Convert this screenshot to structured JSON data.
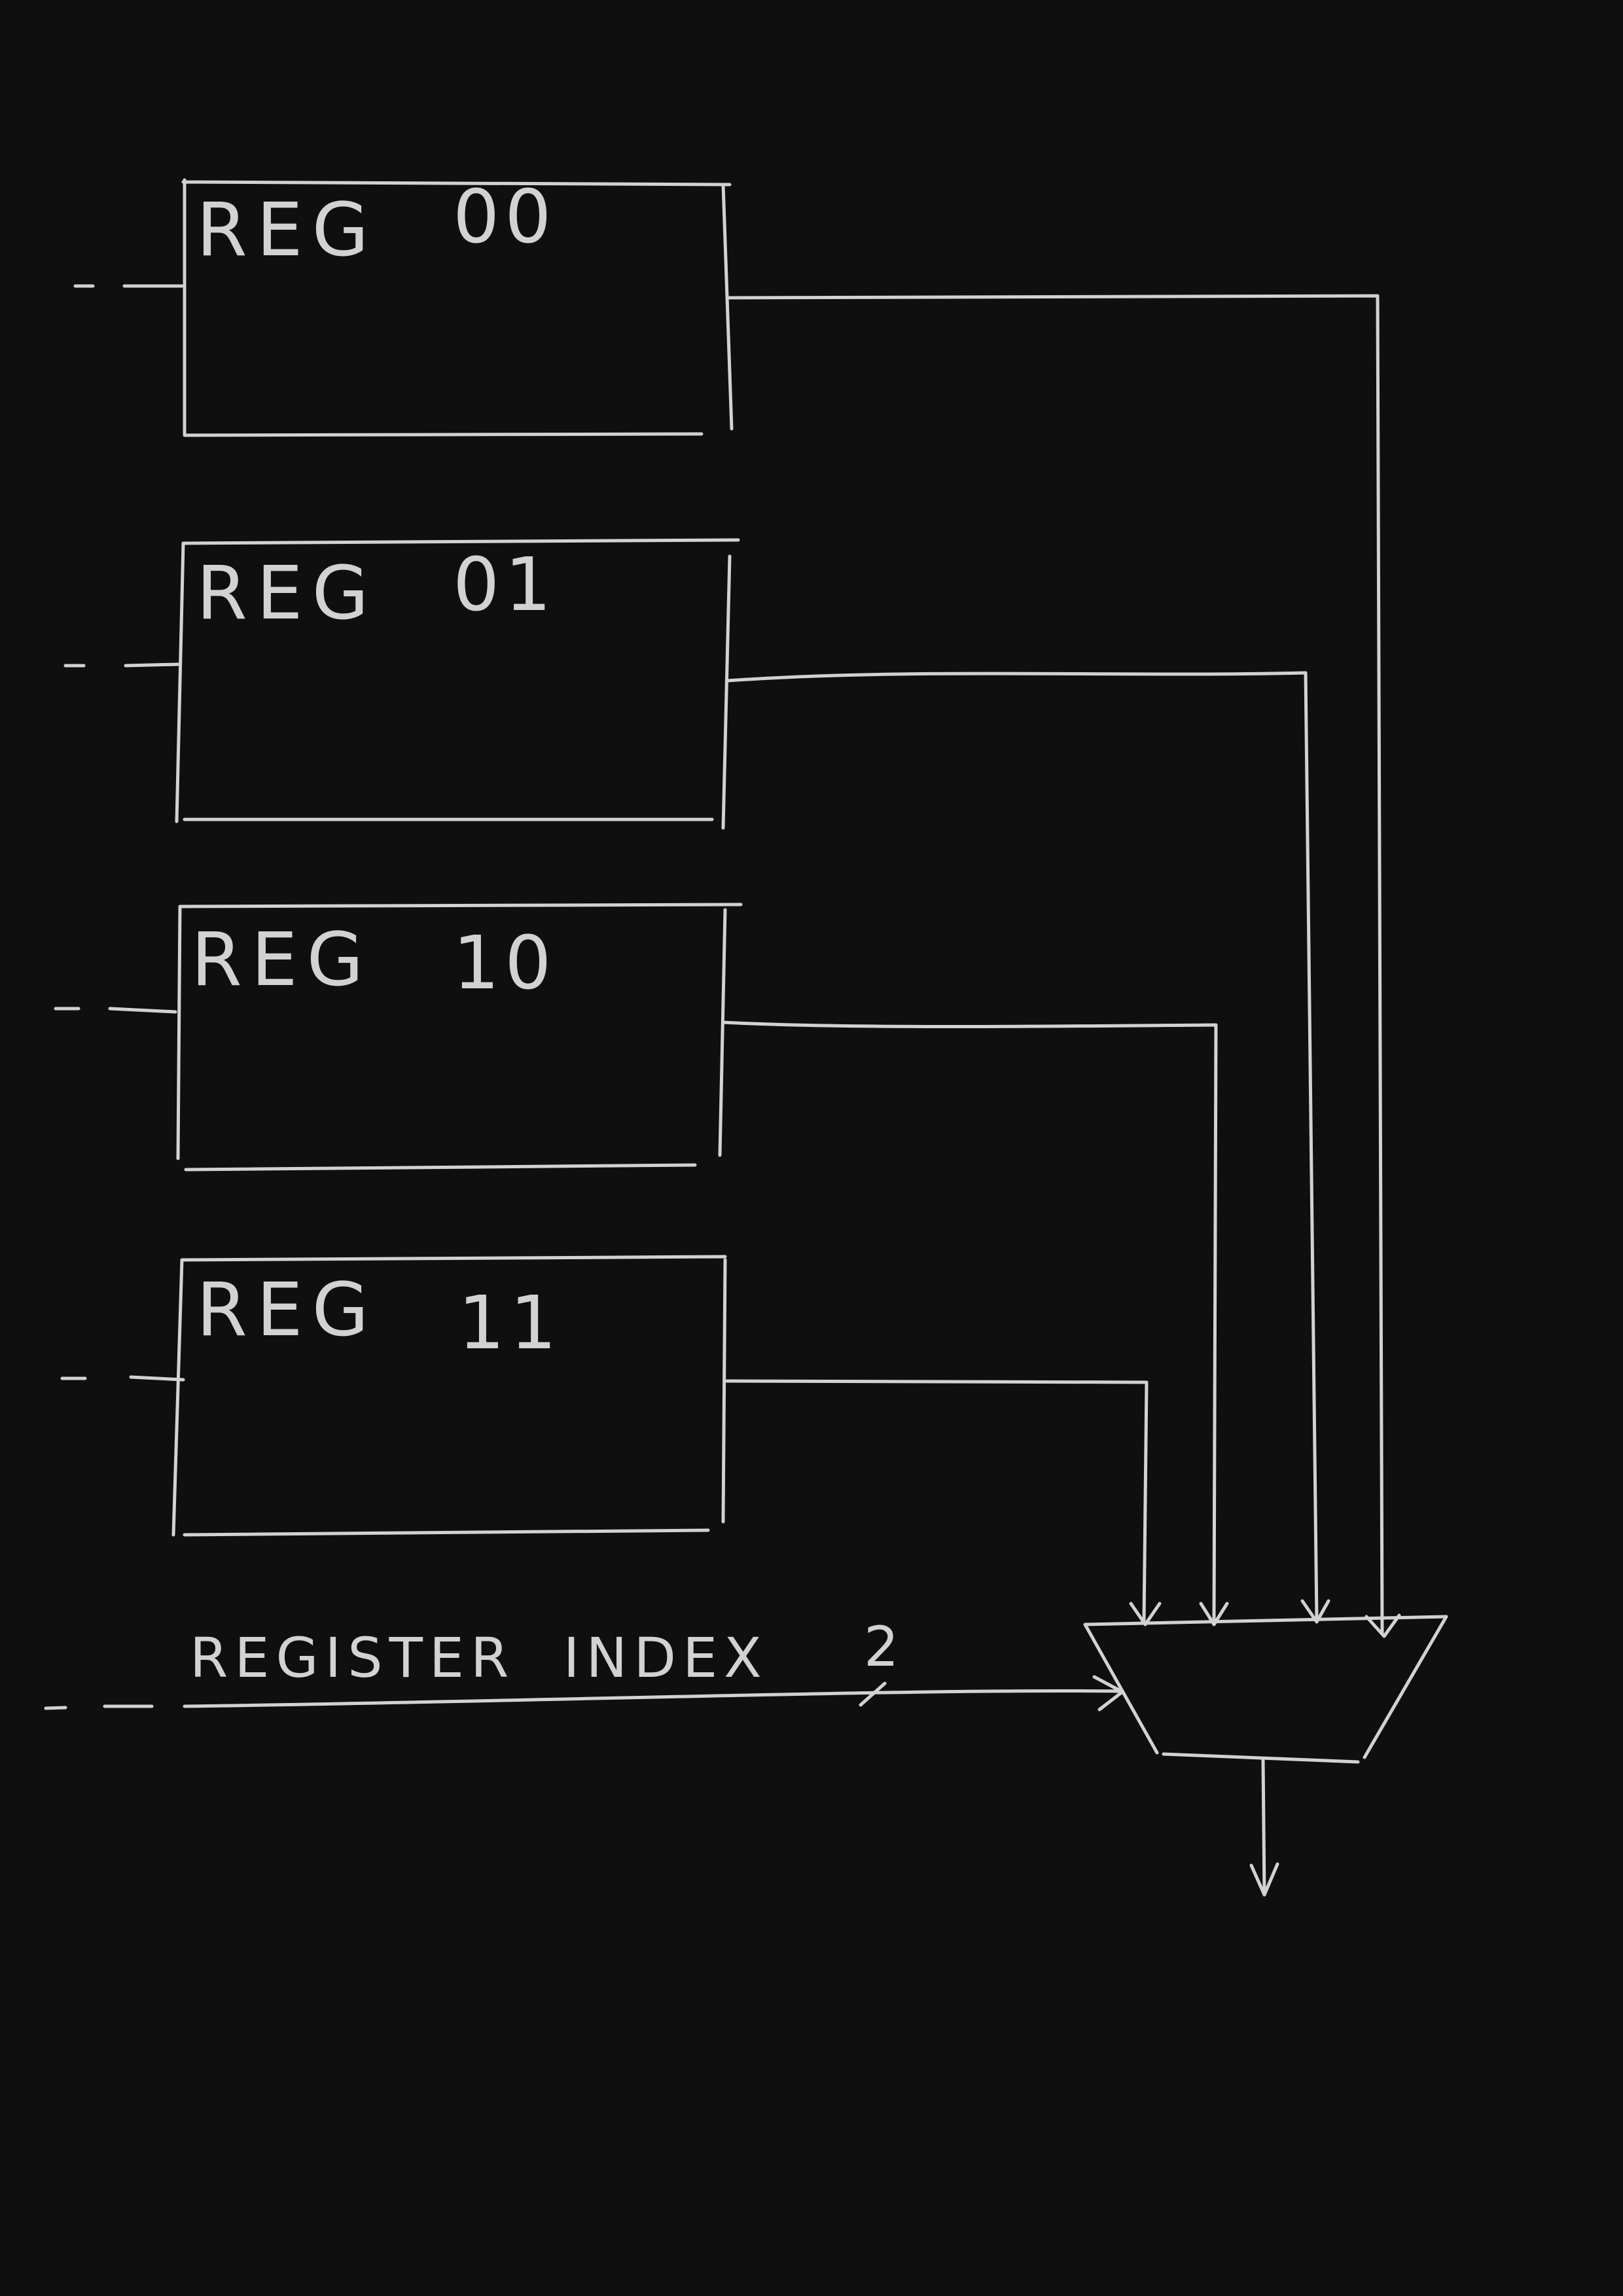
{
  "registers": [
    {
      "name": "REG",
      "index": "00"
    },
    {
      "name": "REG",
      "index": "01"
    },
    {
      "name": "REG",
      "index": "10"
    },
    {
      "name": "REG",
      "index": "11"
    }
  ],
  "select_bus": {
    "label": "REGISTER  INDEX",
    "width": "2"
  },
  "colors": {
    "background": "#0f0f0f",
    "ink": "#d2d2d2"
  }
}
